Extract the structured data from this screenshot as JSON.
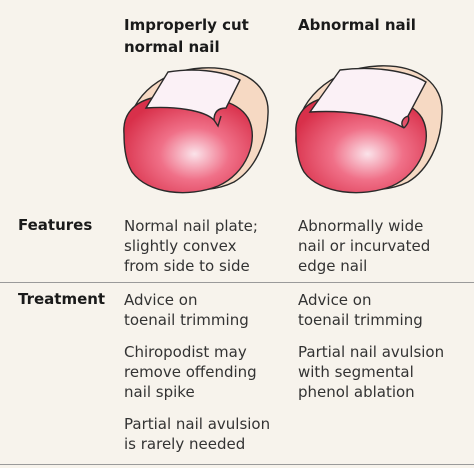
{
  "columns": {
    "col1_header": [
      "Improperly cut",
      "normal nail"
    ],
    "col2_header": [
      "Abnormal nail"
    ]
  },
  "rows": {
    "features_label": "Features",
    "treatment_label": "Treatment"
  },
  "features": {
    "col1": [
      "Normal nail plate;",
      "slightly convex",
      "from side to side"
    ],
    "col2": [
      "Abnormally wide",
      "nail or incurvated",
      "edge nail"
    ]
  },
  "treatment": {
    "col1": [
      [
        "Advice on",
        "toenail trimming"
      ],
      [
        "Chiropodist may",
        "remove offending",
        "nail spike"
      ],
      [
        "Partial nail avulsion",
        "is rarely needed"
      ]
    ],
    "col2": [
      [
        "Advice on",
        "toenail trimming"
      ],
      [
        "Partial nail avulsion",
        "with segmental",
        "phenol ablation"
      ]
    ]
  },
  "colors": {
    "background": "#f7f3ec",
    "skin": "#f6d9c3",
    "toe_tip": "#e0405a",
    "nail": "#fbf1f6",
    "outline": "#2a2a2a",
    "divider": "#9a9a9a"
  }
}
